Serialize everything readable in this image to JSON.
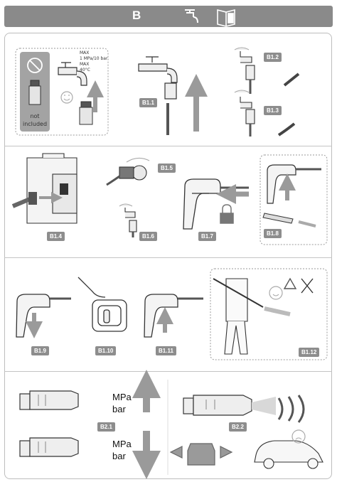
{
  "header": {
    "section": "B"
  },
  "step_tags": {
    "b1_1": "B1.1",
    "b1_2": "B1.2",
    "b1_3": "B1.3",
    "b1_4": "B1.4",
    "b1_5": "B1.5",
    "b1_6": "B1.6",
    "b1_7": "B1.7",
    "b1_8": "B1.8",
    "b1_9": "B1.9",
    "b1_10": "B1.10",
    "b1_11": "B1.11",
    "b1_12": "B1.12",
    "b2_1": "B2.1",
    "b2_2": "B2.2"
  },
  "tap_spec": {
    "line1": "MAX",
    "line2": "1 MPa/10 bar",
    "line3": "MAX",
    "line4": "40°C"
  },
  "not_included": {
    "line1": "not",
    "line2": "included"
  },
  "pressure": {
    "upper": {
      "unit1": "MPa",
      "unit2": "bar"
    },
    "lower": {
      "unit1": "MPa",
      "unit2": "bar"
    }
  },
  "icons": [
    "tap-icon",
    "manual-info-icon",
    "smiley-icon",
    "frown-icon",
    "warning-icon",
    "padlock-icon"
  ]
}
